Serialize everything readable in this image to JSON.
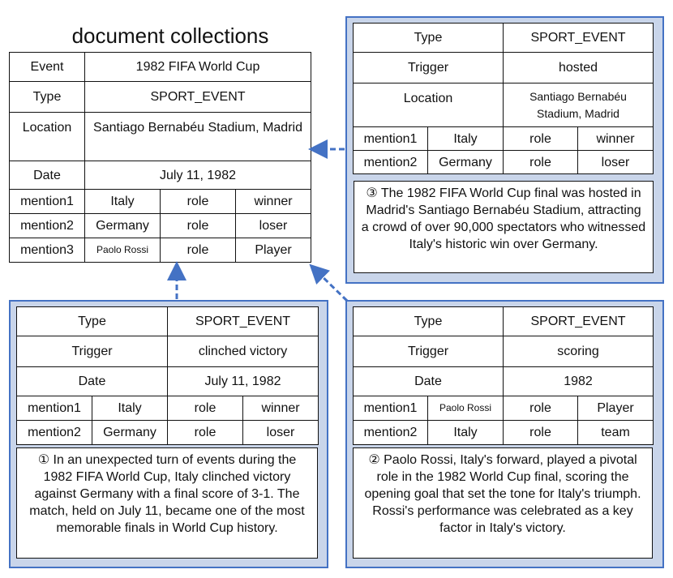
{
  "title": "document collections",
  "main_table": {
    "rows": [
      {
        "label": "Event",
        "value": "1982 FIFA World Cup"
      },
      {
        "label": "Type",
        "value": "SPORT_EVENT"
      },
      {
        "label": "Location",
        "value": "Santiago Bernabéu Stadium, Madrid"
      },
      {
        "label": "Date",
        "value": "July 11, 1982"
      }
    ],
    "mentions": [
      {
        "label": "mention1",
        "entity": "Italy",
        "role_label": "role",
        "role": "winner"
      },
      {
        "label": "mention2",
        "entity": "Germany",
        "role_label": "role",
        "role": "loser"
      },
      {
        "label": "mention3",
        "entity": "Paolo Rossi",
        "role_label": "role",
        "role": "Player"
      }
    ]
  },
  "doc3": {
    "table": {
      "rows": [
        {
          "label": "Type",
          "value": "SPORT_EVENT"
        },
        {
          "label": "Trigger",
          "value": "hosted"
        },
        {
          "label": "Location",
          "value": "Santiago Bernabéu Stadium, Madrid"
        }
      ],
      "mentions": [
        {
          "label": "mention1",
          "entity": "Italy",
          "role_label": "role",
          "role": "winner"
        },
        {
          "label": "mention2",
          "entity": "Germany",
          "role_label": "role",
          "role": "loser"
        }
      ]
    },
    "text": "③ The 1982 FIFA World Cup final was hosted in Madrid's Santiago Bernabéu Stadium, attracting a crowd of over 90,000 spectators who witnessed Italy's historic win over Germany."
  },
  "doc1": {
    "table": {
      "rows": [
        {
          "label": "Type",
          "value": "SPORT_EVENT"
        },
        {
          "label": "Trigger",
          "value": "clinched victory"
        },
        {
          "label": "Date",
          "value": "July 11, 1982"
        }
      ],
      "mentions": [
        {
          "label": "mention1",
          "entity": "Italy",
          "role_label": "role",
          "role": "winner"
        },
        {
          "label": "mention2",
          "entity": "Germany",
          "role_label": "role",
          "role": "loser"
        }
      ]
    },
    "text": "① In an unexpected turn of events during the 1982 FIFA World Cup, Italy clinched victory against Germany with a final score of 3-1. The match, held on July 11, became one of the most memorable finals in World Cup history."
  },
  "doc2": {
    "table": {
      "rows": [
        {
          "label": "Type",
          "value": "SPORT_EVENT"
        },
        {
          "label": "Trigger",
          "value": "scoring"
        },
        {
          "label": "Date",
          "value": "1982"
        }
      ],
      "mentions": [
        {
          "label": "mention1",
          "entity": "Paolo Rossi",
          "role_label": "role",
          "role": "Player"
        },
        {
          "label": "mention2",
          "entity": "Italy",
          "role_label": "role",
          "role": "team"
        }
      ]
    },
    "text": "② Paolo Rossi, Italy's forward, played a pivotal role in the 1982 World Cup final, scoring the opening goal that set the tone for Italy's triumph. Rossi's performance was celebrated as a key factor in Italy's victory."
  },
  "colors": {
    "panel_fill": "#C9D5EA",
    "panel_border": "#4472C4",
    "arrow": "#4472C4"
  }
}
